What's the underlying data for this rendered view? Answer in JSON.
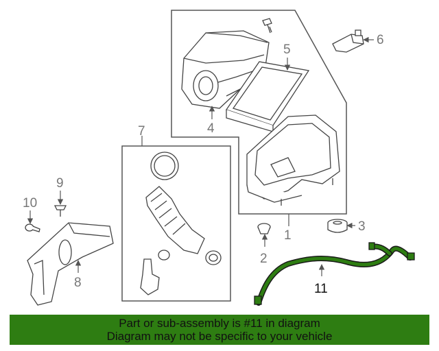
{
  "colors": {
    "line_art": "#444444",
    "callout_text": "#777777",
    "highlight_part": "#2e7d12",
    "banner_background": "#2e7d12",
    "banner_text": "#111111"
  },
  "callouts": {
    "c1": "1",
    "c2": "2",
    "c3": "3",
    "c4": "4",
    "c5": "5",
    "c6": "6",
    "c7": "7",
    "c8": "8",
    "c9": "9",
    "c10": "10",
    "c11": "11"
  },
  "banner": {
    "line1": "Part or sub-assembly is #11 in diagram",
    "line2": "Diagram may not be specific to your vehicle"
  }
}
